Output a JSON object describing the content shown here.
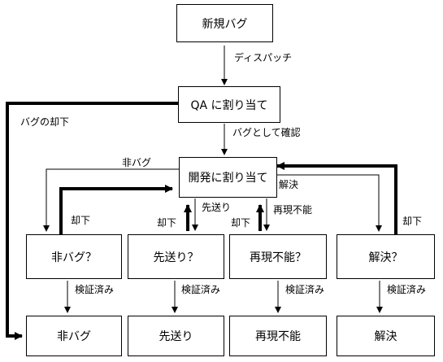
{
  "nodes": {
    "new_bug": "新規バグ",
    "assign_qa": "QA に割り当て",
    "assign_dev": "開発に割り当て",
    "q_not_bug": "非バグ？",
    "q_deferred": "先送り？",
    "q_not_reproducible": "再現不能？",
    "q_resolved": "解決？",
    "not_bug": "非バグ",
    "deferred": "先送り",
    "not_reproducible": "再現不能",
    "resolved": "解決"
  },
  "edge_labels": {
    "dispatch": "ディスパッチ",
    "reject_bug": "バグの却下",
    "confirm_bug": "バグとして確認",
    "not_bug": "非バグ",
    "resolve": "解決",
    "defer": "先送り",
    "not_reproducible": "再現不能",
    "reject_not_bug": "却下",
    "reject_deferred": "却下",
    "reject_not_reproducible": "却下",
    "reject_resolved": "却下",
    "verified_1": "検証済み",
    "verified_2": "検証済み",
    "verified_3": "検証済み",
    "verified_4": "検証済み"
  }
}
